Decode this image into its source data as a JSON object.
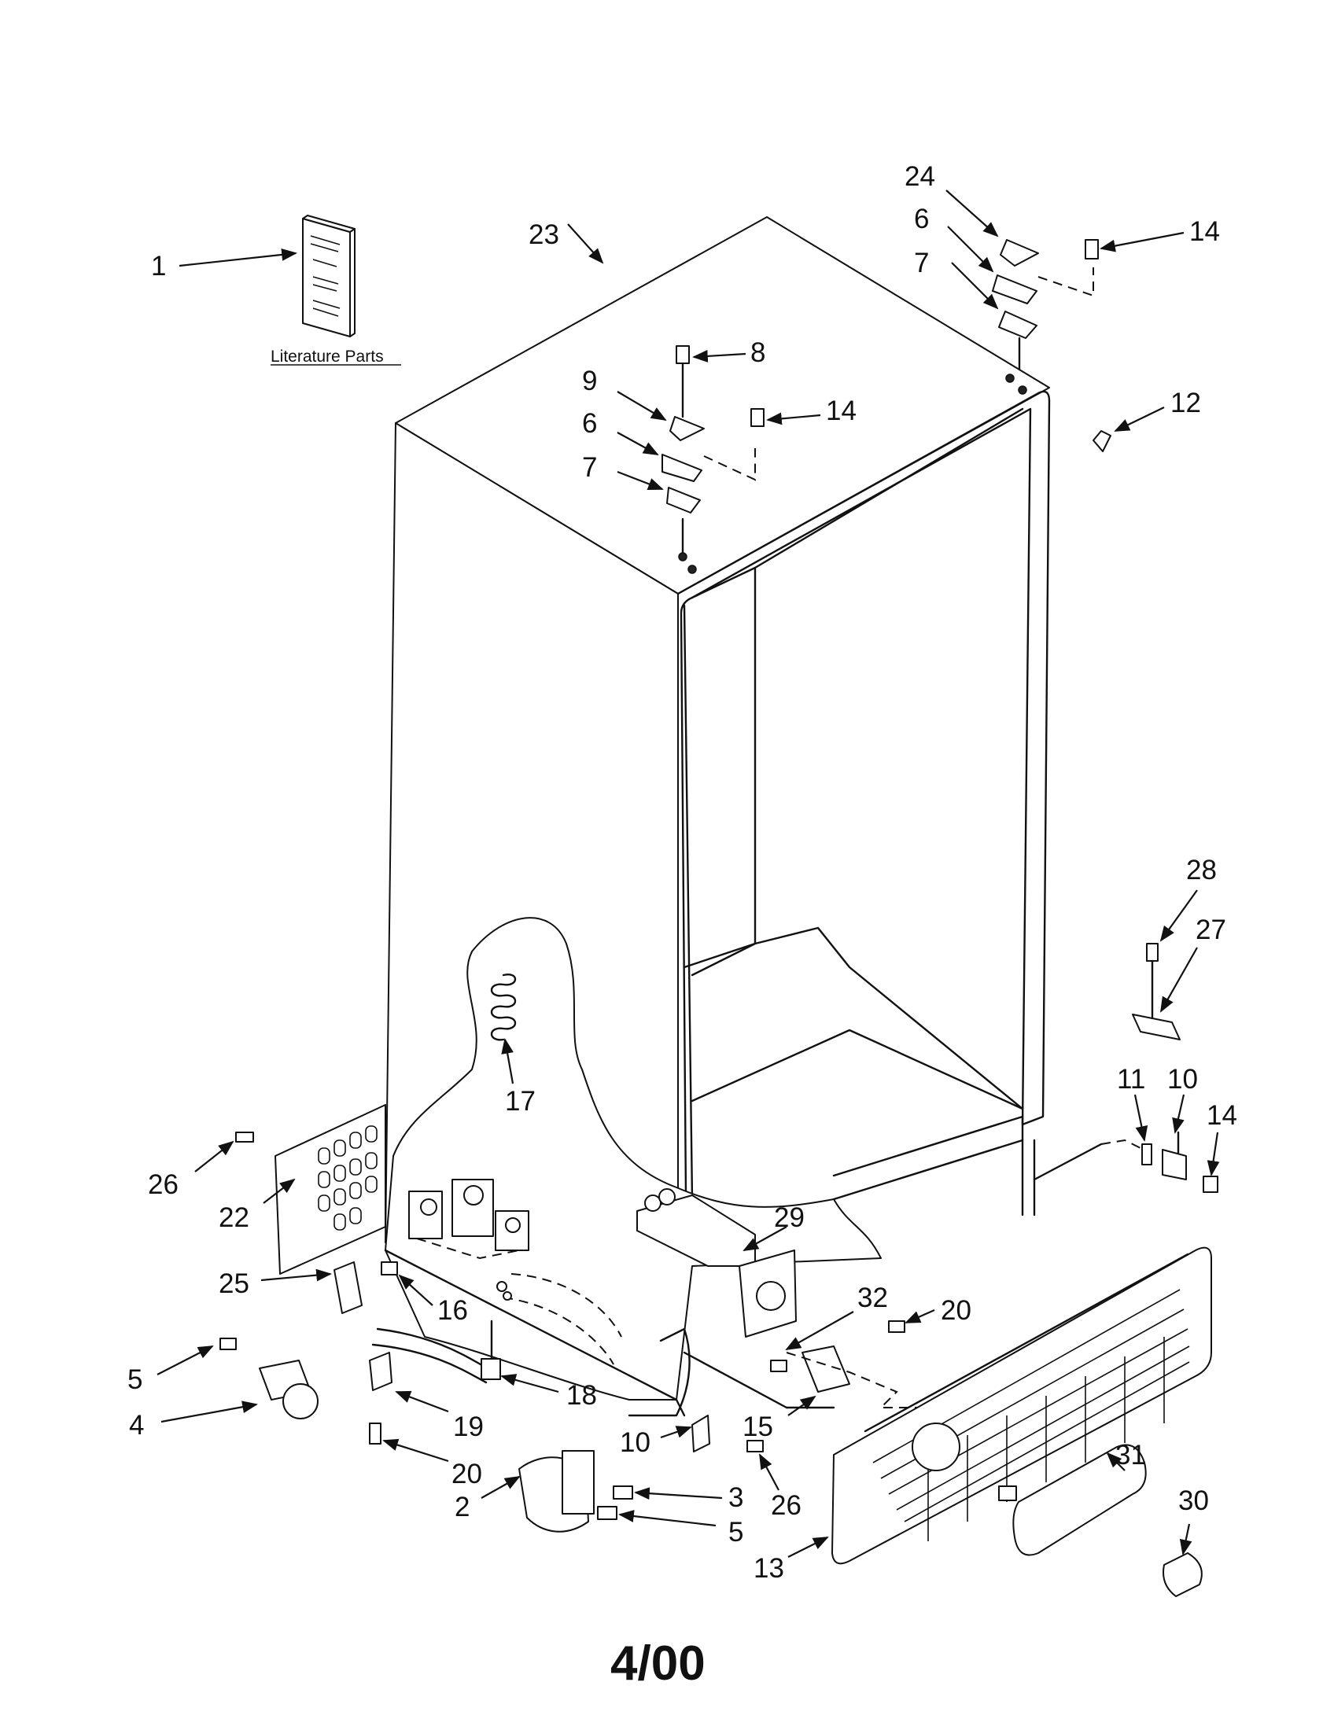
{
  "literature_label": "Literature Parts",
  "footer_date": "4/00",
  "callouts": {
    "c1": "1",
    "c23": "23",
    "c24": "24",
    "c6a": "6",
    "c7a": "7",
    "c14a": "14",
    "c8": "8",
    "c9": "9",
    "c6b": "6",
    "c7b": "7",
    "c14b": "14",
    "c12": "12",
    "c28": "28",
    "c27": "27",
    "c11": "11",
    "c10a": "10",
    "c14c": "14",
    "c17": "17",
    "c26a": "26",
    "c22": "22",
    "c29": "29",
    "c25": "25",
    "c16": "16",
    "c32": "32",
    "c20a": "20",
    "c5a": "5",
    "c4": "4",
    "c18": "18",
    "c19": "19",
    "c15": "15",
    "c10b": "10",
    "c20b": "20",
    "c26b": "26",
    "c3": "3",
    "c2": "2",
    "c5b": "5",
    "c31": "31",
    "c30": "30",
    "c13": "13"
  }
}
